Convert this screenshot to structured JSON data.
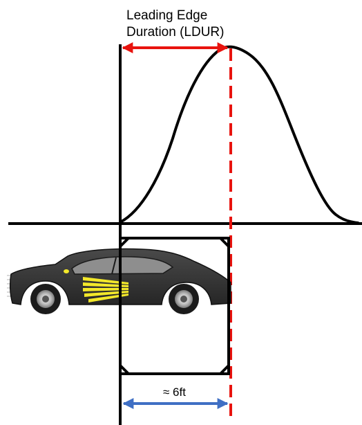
{
  "diagram": {
    "title_line1": "Leading Edge",
    "title_line2": "Duration (LDUR)",
    "distance_label": "≈ 6ft",
    "colors": {
      "ldur_arrow": "#e8130e",
      "peak_marker": "#e8130e",
      "distance_arrow": "#3f6fc4",
      "curve": "#000000",
      "axes": "#000000",
      "loop": "#000000",
      "car_body": "#333333",
      "car_stripes": "#f3e82a"
    },
    "icons": {
      "vehicle": "sports-car-icon",
      "detector": "inductive-loop-detector"
    }
  }
}
